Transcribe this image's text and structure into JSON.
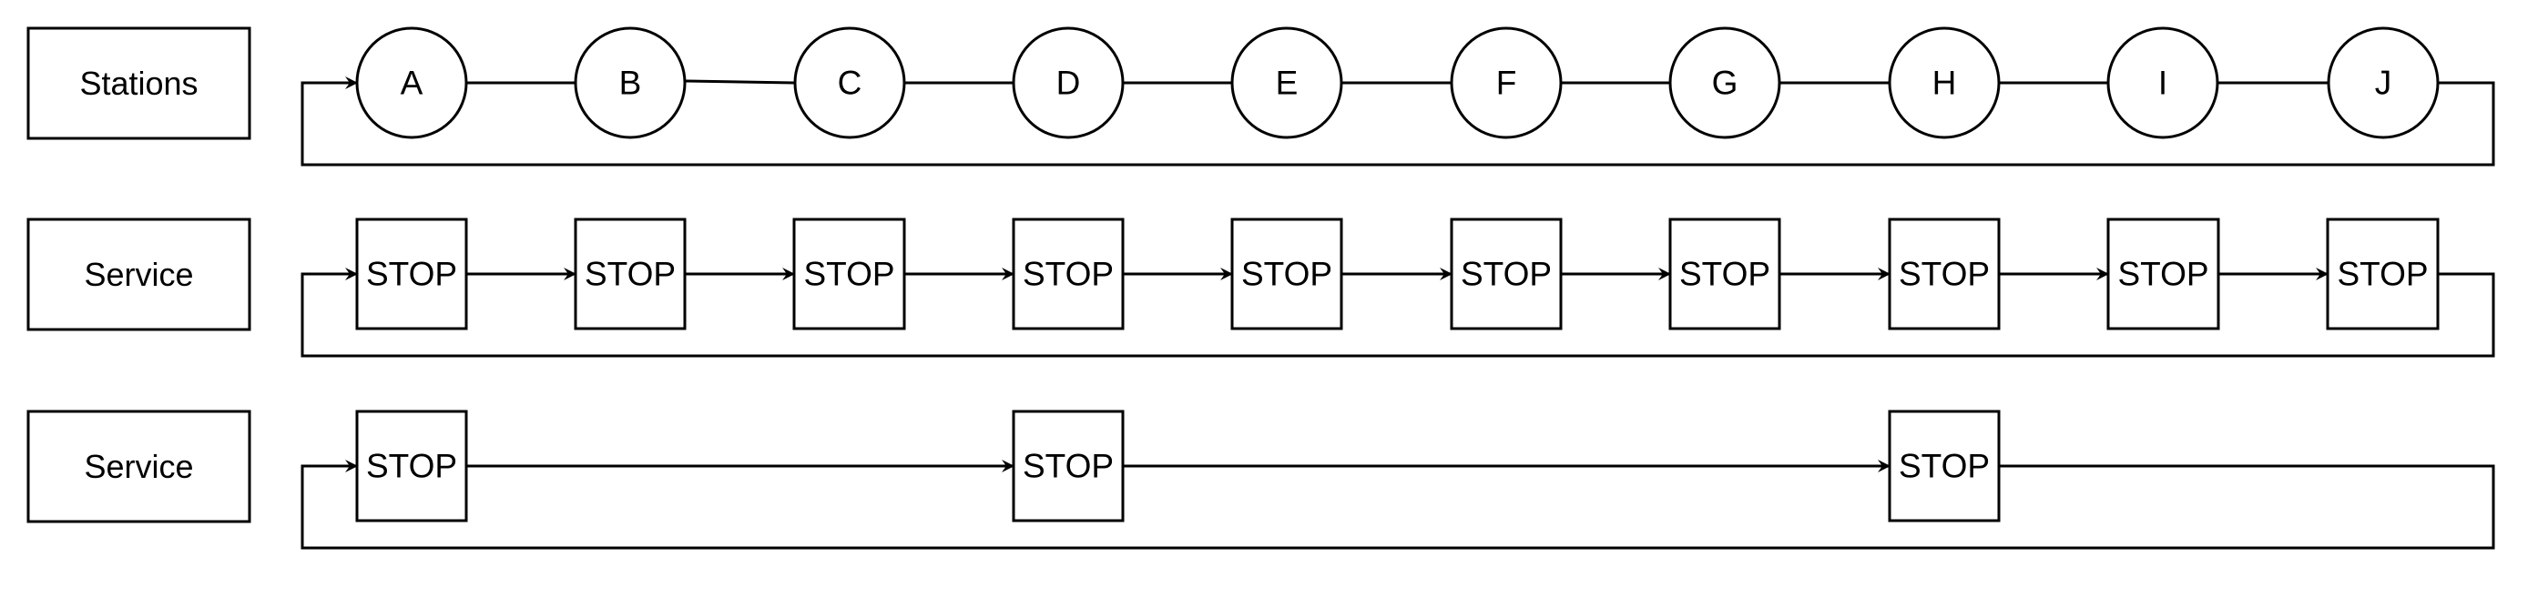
{
  "rows": [
    {
      "title": "Stations",
      "nodes": [
        "A",
        "B",
        "C",
        "D",
        "E",
        "F",
        "G",
        "H",
        "I",
        "J"
      ]
    },
    {
      "title": "Service",
      "nodes": [
        "STOP",
        "STOP",
        "STOP",
        "STOP",
        "STOP",
        "STOP",
        "STOP",
        "STOP",
        "STOP",
        "STOP"
      ]
    },
    {
      "title": "Service",
      "nodes": [
        "STOP",
        "STOP",
        "STOP"
      ]
    }
  ]
}
